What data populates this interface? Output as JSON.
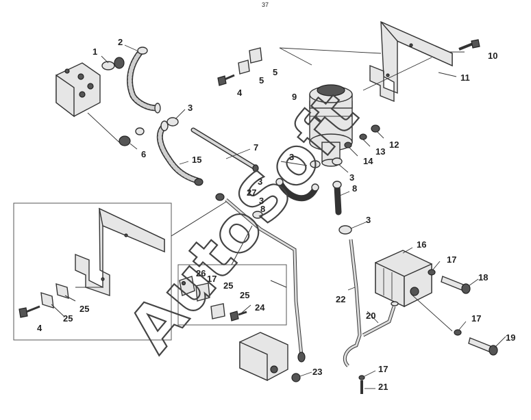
{
  "diagram": {
    "page_number": "37",
    "watermark": "AutoSoft",
    "callouts": [
      {
        "id": "c1",
        "label": "1"
      },
      {
        "id": "c2",
        "label": "2"
      },
      {
        "id": "c3a",
        "label": "3"
      },
      {
        "id": "c3b",
        "label": "3"
      },
      {
        "id": "c3c",
        "label": "3"
      },
      {
        "id": "c3d",
        "label": "3"
      },
      {
        "id": "c3e",
        "label": "3"
      },
      {
        "id": "c3f",
        "label": "3"
      },
      {
        "id": "c4a",
        "label": "4"
      },
      {
        "id": "c4b",
        "label": "4"
      },
      {
        "id": "c5a",
        "label": "5"
      },
      {
        "id": "c5b",
        "label": "5"
      },
      {
        "id": "c6",
        "label": "6"
      },
      {
        "id": "c7",
        "label": "7"
      },
      {
        "id": "c8a",
        "label": "8"
      },
      {
        "id": "c8b",
        "label": "8"
      },
      {
        "id": "c9",
        "label": "9"
      },
      {
        "id": "c10",
        "label": "10"
      },
      {
        "id": "c11",
        "label": "11"
      },
      {
        "id": "c12",
        "label": "12"
      },
      {
        "id": "c13",
        "label": "13"
      },
      {
        "id": "c14",
        "label": "14"
      },
      {
        "id": "c15",
        "label": "15"
      },
      {
        "id": "c16",
        "label": "16"
      },
      {
        "id": "c17a",
        "label": "17"
      },
      {
        "id": "c17b",
        "label": "17"
      },
      {
        "id": "c17c",
        "label": "17"
      },
      {
        "id": "c17d",
        "label": "17"
      },
      {
        "id": "c18",
        "label": "18"
      },
      {
        "id": "c19",
        "label": "19"
      },
      {
        "id": "c20",
        "label": "20"
      },
      {
        "id": "c21",
        "label": "21"
      },
      {
        "id": "c22",
        "label": "22"
      },
      {
        "id": "c23",
        "label": "23"
      },
      {
        "id": "c24",
        "label": "24"
      },
      {
        "id": "c25a",
        "label": "25"
      },
      {
        "id": "c25b",
        "label": "25"
      },
      {
        "id": "c25c",
        "label": "25"
      },
      {
        "id": "c25d",
        "label": "25"
      },
      {
        "id": "c26",
        "label": "26"
      },
      {
        "id": "c27",
        "label": "27"
      }
    ]
  }
}
